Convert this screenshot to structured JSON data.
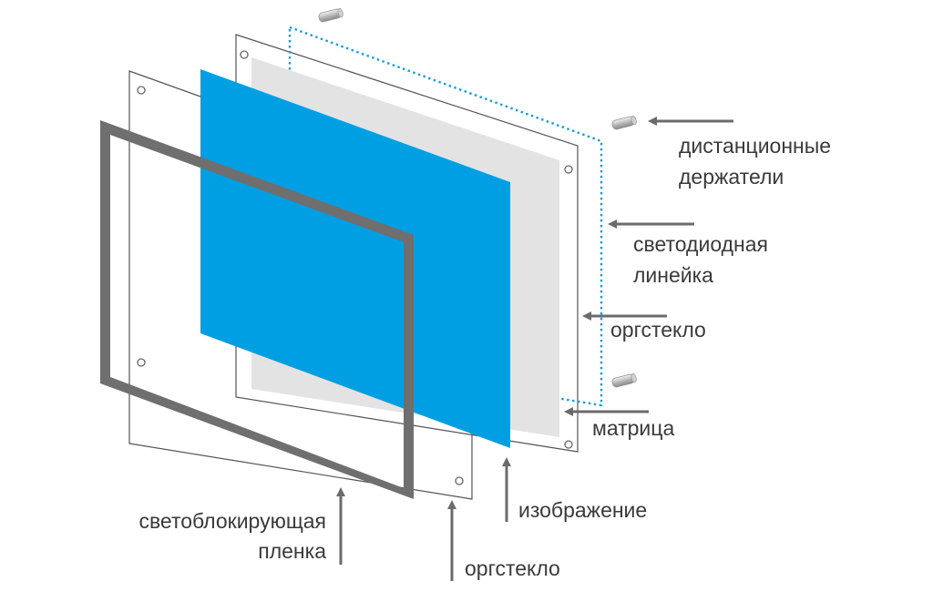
{
  "labels": {
    "spacers_line1": "дистанционные",
    "spacers_line2": "держатели",
    "led_line1": "светодиодная",
    "led_line2": "линейка",
    "acrylic_back": "оргстекло",
    "matrix": "матрица",
    "image": "изображение",
    "acrylic_front": "оргстекло",
    "film_line1": "светоблокирующая",
    "film_line2": "пленка"
  },
  "colors": {
    "image_blue": "#009fe3",
    "matrix_gray": "#e3e3e3",
    "frame_gray": "#6f6f6f",
    "led_dots": "#1f9bd7",
    "arrow_gray": "#6b6b6b",
    "text": "#3a3a3a"
  },
  "icons": {
    "spacer": "spacer-bolt-icon",
    "arrow": "arrow-icon"
  }
}
